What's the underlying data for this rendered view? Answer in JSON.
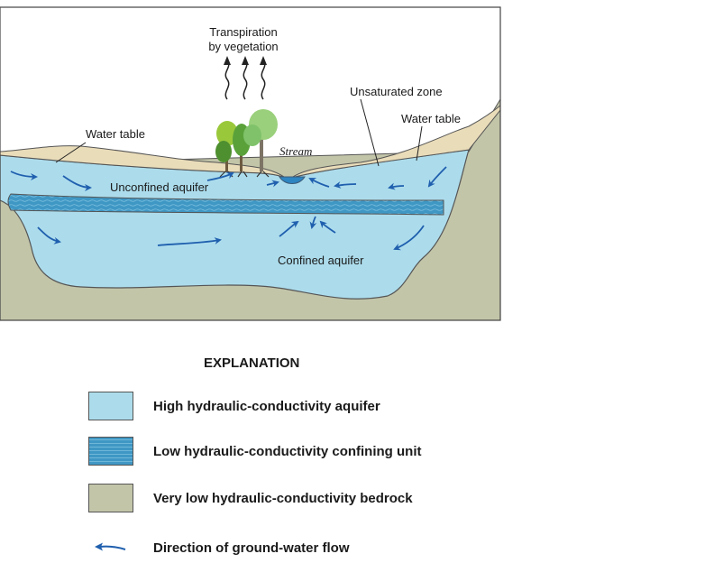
{
  "diagram": {
    "labels": {
      "transpiration_line1": "Transpiration",
      "transpiration_line2": "by vegetation",
      "unsaturated_zone": "Unsaturated zone",
      "water_table_left": "Water table",
      "water_table_right": "Water table",
      "stream": "Stream",
      "unconfined_aquifer": "Unconfined aquifer",
      "confined_aquifer": "Confined aquifer"
    }
  },
  "explanation": {
    "title": "EXPLANATION",
    "items": [
      {
        "label": "High hydraulic-conductivity aquifer",
        "icon": "aquifer-swatch",
        "color": "#acdcec"
      },
      {
        "label": "Low hydraulic-conductivity confining unit",
        "icon": "confining-unit-swatch",
        "color": "#3f97c4"
      },
      {
        "label": "Very low hydraulic-conductivity bedrock",
        "icon": "bedrock-swatch",
        "color": "#c3c5a9"
      },
      {
        "label": "Direction of ground-water flow",
        "icon": "flow-arrow-icon",
        "color": "#1f5fae"
      }
    ]
  }
}
